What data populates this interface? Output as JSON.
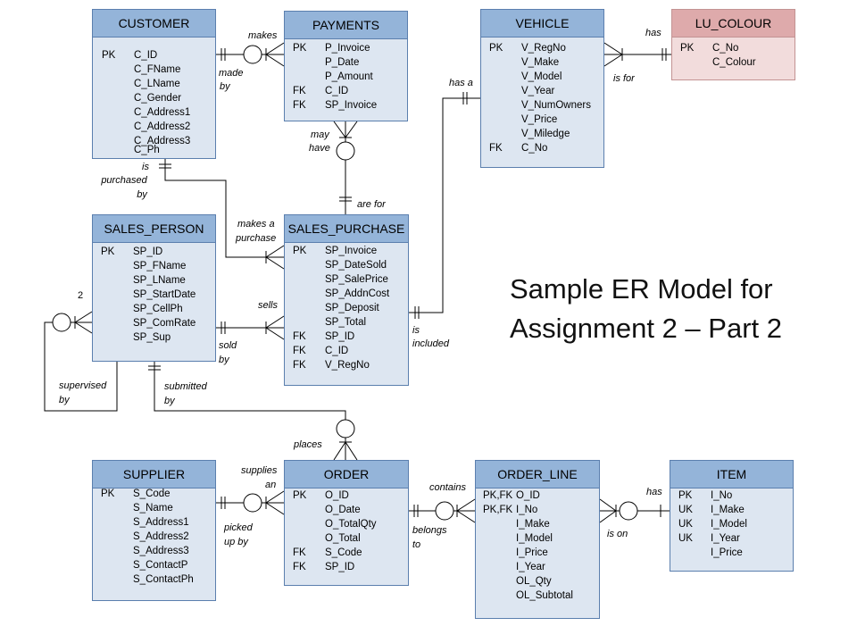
{
  "title": {
    "line1": "Sample ER Model for",
    "line2": "Assignment  2 – Part 2"
  },
  "colors": {
    "entity_header": "#94b4d9",
    "entity_body": "#dde6f1",
    "entity_border": "#5b7fae",
    "lookup_header": "#deaaab",
    "lookup_body": "#f2dcdc"
  },
  "entities": {
    "customer": {
      "name": "CUSTOMER",
      "keys": [
        "PK"
      ],
      "attrs": [
        "C_ID",
        "C_FName",
        "C_LName",
        "C_Gender",
        "C_Address1",
        "C_Address2",
        "C_Address3",
        "C_Ph"
      ]
    },
    "payments": {
      "name": "PAYMENTS",
      "keys": [
        "PK",
        "",
        "",
        "FK",
        "FK"
      ],
      "attrs": [
        "P_Invoice",
        "P_Date",
        "P_Amount",
        "C_ID",
        "SP_Invoice"
      ]
    },
    "vehicle": {
      "name": "VEHICLE",
      "keys": [
        "PK",
        "",
        "",
        "",
        "",
        "",
        "",
        "FK"
      ],
      "attrs": [
        "V_RegNo",
        "V_Make",
        "V_Model",
        "V_Year",
        "V_NumOwners",
        "V_Price",
        "V_Miledge",
        "C_No"
      ]
    },
    "lu_colour": {
      "name": "LU_COLOUR",
      "keys": [
        "PK"
      ],
      "attrs": [
        "C_No",
        "C_Colour"
      ]
    },
    "sales_person": {
      "name": "SALES_PERSON",
      "keys": [
        "PK"
      ],
      "attrs": [
        "SP_ID",
        "SP_FName",
        "SP_LName",
        "SP_StartDate",
        "SP_CellPh",
        "SP_ComRate",
        "SP_Sup"
      ]
    },
    "sales_purchase": {
      "name": "SALES_PURCHASE",
      "keys": [
        "PK",
        "",
        "",
        "",
        "",
        "",
        "FK",
        "FK",
        "FK"
      ],
      "attrs": [
        "SP_Invoice",
        "SP_DateSold",
        "SP_SalePrice",
        "SP_AddnCost",
        "SP_Deposit",
        "SP_Total",
        "SP_ID",
        "C_ID",
        "V_RegNo"
      ]
    },
    "supplier": {
      "name": "SUPPLIER",
      "keys": [
        "PK"
      ],
      "attrs": [
        "S_Code",
        "S_Name",
        "S_Address1",
        "S_Address2",
        "S_Address3",
        "S_ContactP",
        "S_ContactPh"
      ]
    },
    "order": {
      "name": "ORDER",
      "keys": [
        "PK",
        "",
        "",
        "",
        "FK",
        "FK"
      ],
      "attrs": [
        "O_ID",
        "O_Date",
        "O_TotalQty",
        "O_Total",
        "S_Code",
        "SP_ID"
      ]
    },
    "order_line": {
      "name": "ORDER_LINE",
      "keys": [
        "PK,FK",
        "PK,FK"
      ],
      "attrs": [
        "O_ID",
        "I_No",
        "I_Make",
        "I_Model",
        "I_Price",
        "I_Year",
        "OL_Qty",
        "OL_Subtotal"
      ]
    },
    "item": {
      "name": "ITEM",
      "keys": [
        "PK",
        "UK",
        "UK",
        "UK"
      ],
      "attrs": [
        "I_No",
        "I_Make",
        "I_Model",
        "I_Year",
        "I_Price"
      ]
    }
  },
  "relationship_labels": {
    "makes": "makes",
    "made": "made",
    "made_by": "by",
    "may": "may",
    "have": "have",
    "are_for": "are for",
    "has_a": "has a",
    "has": "has",
    "is_for": "is for",
    "is_purchased_1": "is",
    "is_purchased_2": "purchased",
    "is_purchased_3": "by",
    "makes_a_1": "makes a",
    "makes_a_2": "purchase",
    "sells": "sells",
    "sold": "sold",
    "sold_by": "by",
    "is_included_1": "is",
    "is_included_2": "included",
    "supervised": "supervised",
    "supervised_by": "by",
    "submitted": "submitted",
    "submitted_by": "by",
    "places": "places",
    "supplies": "supplies",
    "supplies_an": "an",
    "picked_1": "picked",
    "picked_2": "up by",
    "contains": "contains",
    "belongs_1": "belongs",
    "belongs_2": "to",
    "item_has": "has",
    "is_on": "is on",
    "self_count": "2"
  }
}
